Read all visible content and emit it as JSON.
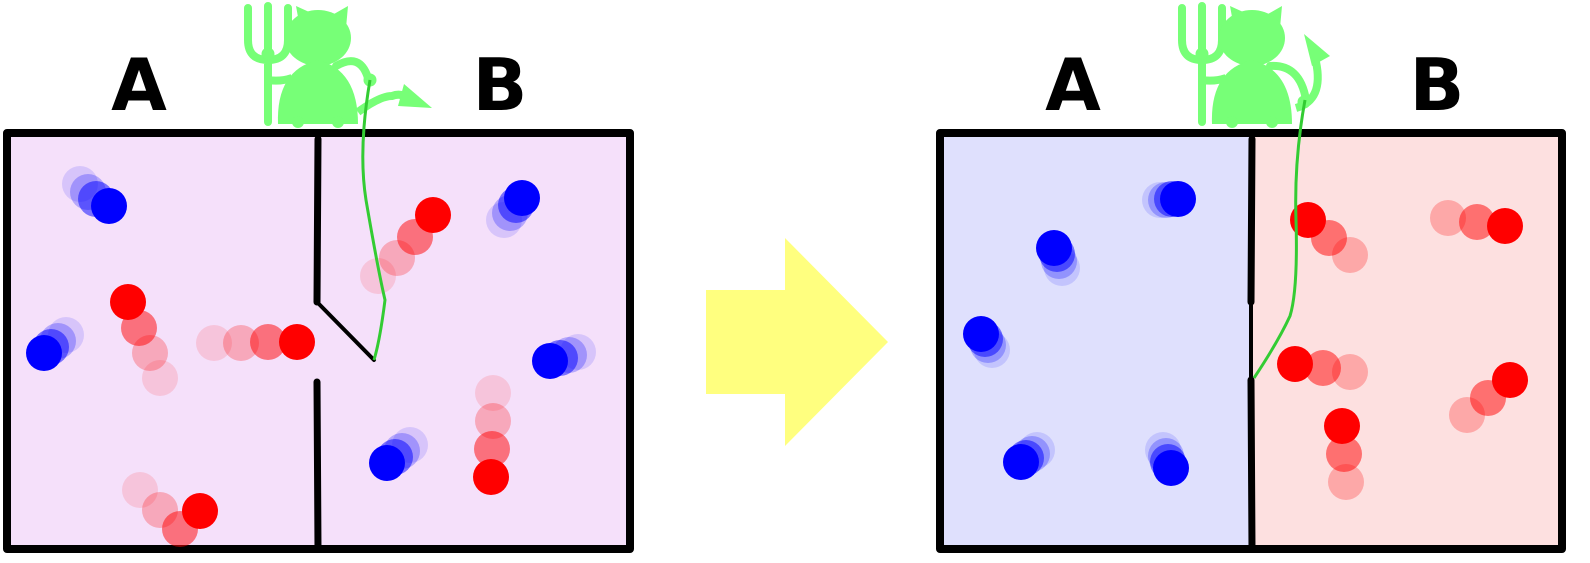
{
  "labels": {
    "left_a": "A",
    "left_b": "B",
    "right_a": "A",
    "right_b": "B"
  },
  "colors": {
    "blue_particle": "#0000ff",
    "red_particle": "#ff0000",
    "mixed_chamber": "#f5e0fa",
    "cold_chamber": "#dfe0fd",
    "hot_chamber": "#fde0e0",
    "demon": "#77ff77",
    "thread": "#33cc33",
    "arrow": "#ffff7f",
    "wall": "#000000"
  },
  "panels": [
    {
      "state": "before",
      "door": "open"
    },
    {
      "state": "after",
      "door": "closed"
    }
  ]
}
